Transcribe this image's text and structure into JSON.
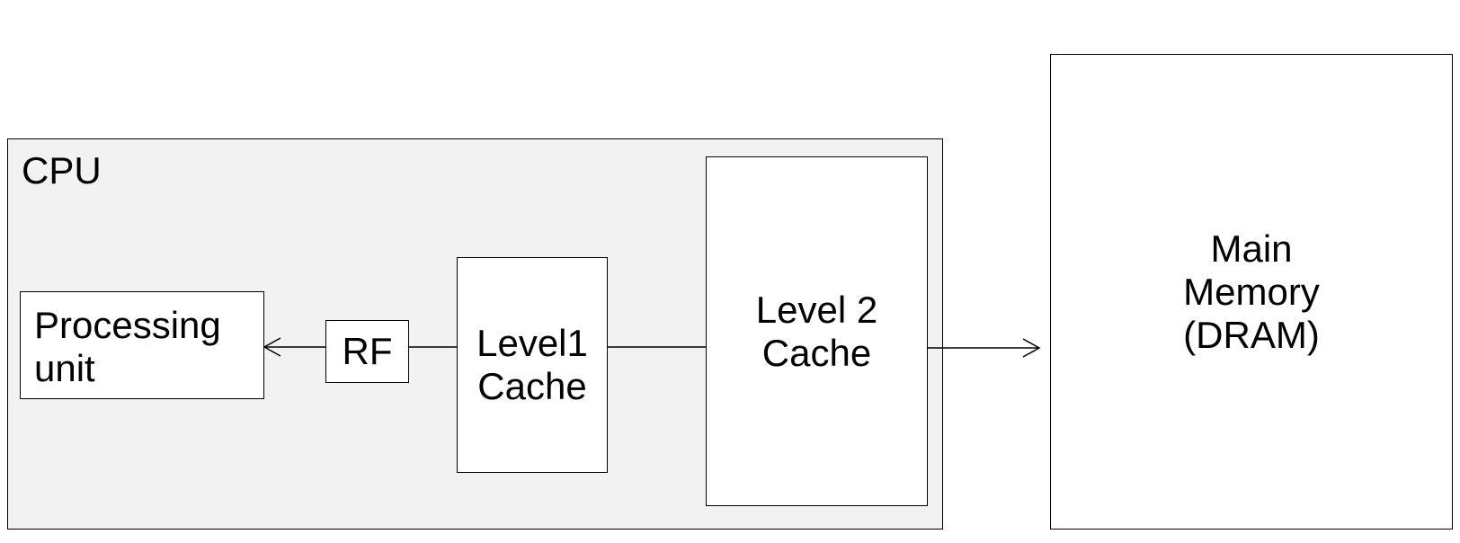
{
  "diagram": {
    "cpu": {
      "label": "CPU"
    },
    "processing_unit": {
      "label": "Processing\nunit"
    },
    "register_file": {
      "label": "RF"
    },
    "level1_cache": {
      "label": "Level1\nCache"
    },
    "level2_cache": {
      "label": "Level 2\nCache"
    },
    "main_memory": {
      "label": "Main\nMemory\n(DRAM)"
    },
    "connections": [
      {
        "from": "register_file",
        "to": "processing_unit",
        "arrow": "to"
      },
      {
        "from": "level1_cache",
        "to": "register_file",
        "arrow": "none"
      },
      {
        "from": "level2_cache",
        "to": "level1_cache",
        "arrow": "none"
      },
      {
        "from": "level2_cache",
        "to": "main_memory",
        "arrow": "to"
      }
    ]
  },
  "colors": {
    "cpu_fill": "#f2f2f2",
    "box_fill": "#ffffff",
    "stroke": "#000000"
  }
}
